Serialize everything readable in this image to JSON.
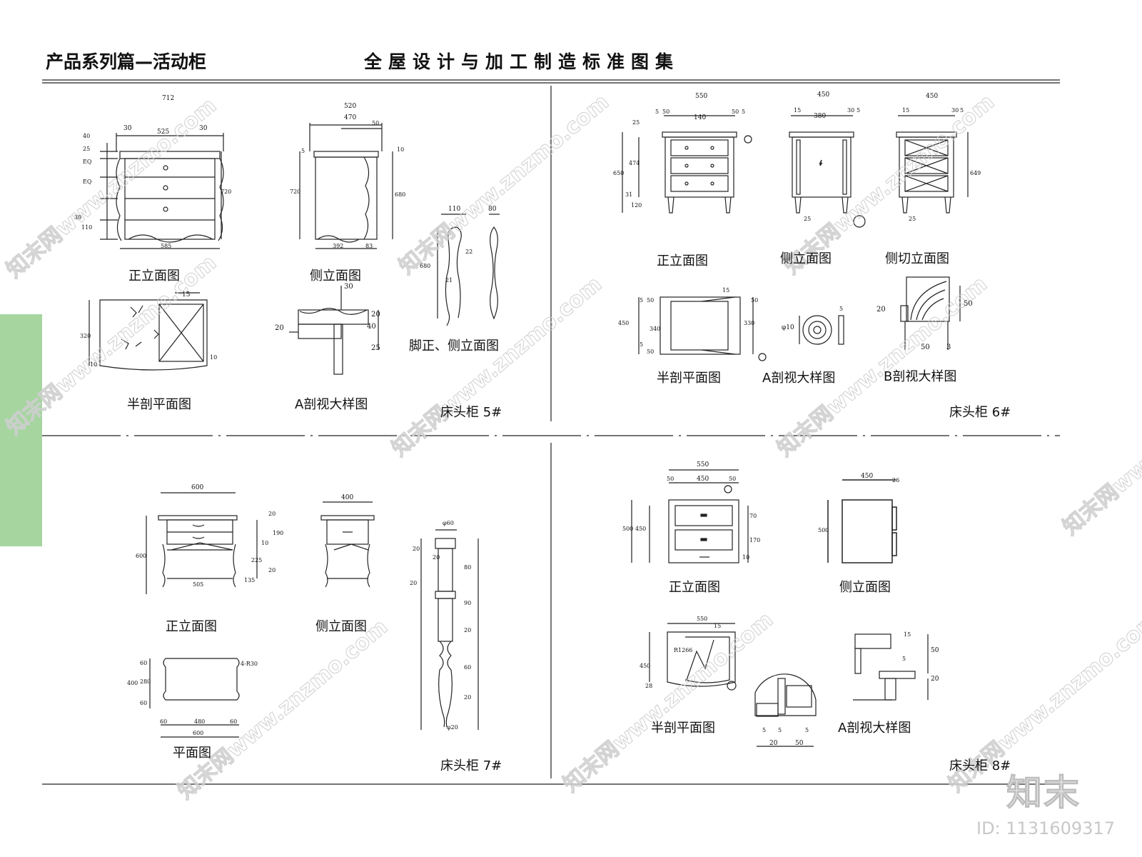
{
  "header": {
    "left_title": "产品系列篇—活动柜",
    "center_title": "全屋设计与加工制造标准图集"
  },
  "quadrants": {
    "q5": {
      "title": "床头柜 5#",
      "labels": [
        "正立面图",
        "侧立面图",
        "脚正、侧立面图",
        "半剖平面图",
        "A剖视大样图"
      ],
      "dims": [
        "712",
        "30",
        "525",
        "30",
        "40",
        "25",
        "EQ",
        "EQ",
        "30",
        "110",
        "720",
        "585",
        "520",
        "470",
        "50",
        "5",
        "720",
        "680",
        "392",
        "83",
        "10",
        "110",
        "80",
        "680",
        "22",
        "21",
        "15",
        "320",
        "10",
        "10",
        "30",
        "20",
        "40",
        "25",
        "20"
      ]
    },
    "q6": {
      "title": "床头柜 6#",
      "labels": [
        "正立面图",
        "侧立面图",
        "侧切立面图",
        "半剖平面图",
        "A剖视大样图",
        "B剖视大样图"
      ],
      "dims": [
        "550",
        "5",
        "50",
        "140",
        "50",
        "5",
        "25",
        "650",
        "474",
        "31",
        "120",
        "450",
        "15",
        "380",
        "30",
        "5",
        "25",
        "450",
        "15",
        "30",
        "5",
        "649",
        "25",
        "15",
        "450",
        "5",
        "50",
        "340",
        "5",
        "50",
        "330",
        "50",
        "φ10",
        "5",
        "20",
        "50",
        "50",
        "3"
      ]
    },
    "q7": {
      "title": "床头柜 7#",
      "labels": [
        "正立面图",
        "侧立面图",
        "平面图"
      ],
      "dims": [
        "600",
        "20",
        "190",
        "10",
        "600",
        "225",
        "20",
        "505",
        "135",
        "400",
        "φ60",
        "20",
        "20",
        "80",
        "20",
        "90",
        "20",
        "60",
        "20",
        "φ20",
        "400",
        "60",
        "280",
        "60",
        "4-R30",
        "60",
        "480",
        "60",
        "600"
      ]
    },
    "q8": {
      "title": "床头柜 8#",
      "labels": [
        "正立面图",
        "侧立面图",
        "半剖平面图",
        "A剖视大样图"
      ],
      "dims": [
        "550",
        "50",
        "450",
        "50",
        "500",
        "450",
        "70",
        "170",
        "10",
        "450",
        "26",
        "500",
        "550",
        "15",
        "450",
        "R1266",
        "28",
        "5",
        "5",
        "5",
        "20",
        "50",
        "15",
        "50",
        "5",
        "20"
      ]
    }
  },
  "watermark": {
    "text": "知末网www.znzmo.com",
    "brand": "知末",
    "id": "ID: 1131609317"
  }
}
